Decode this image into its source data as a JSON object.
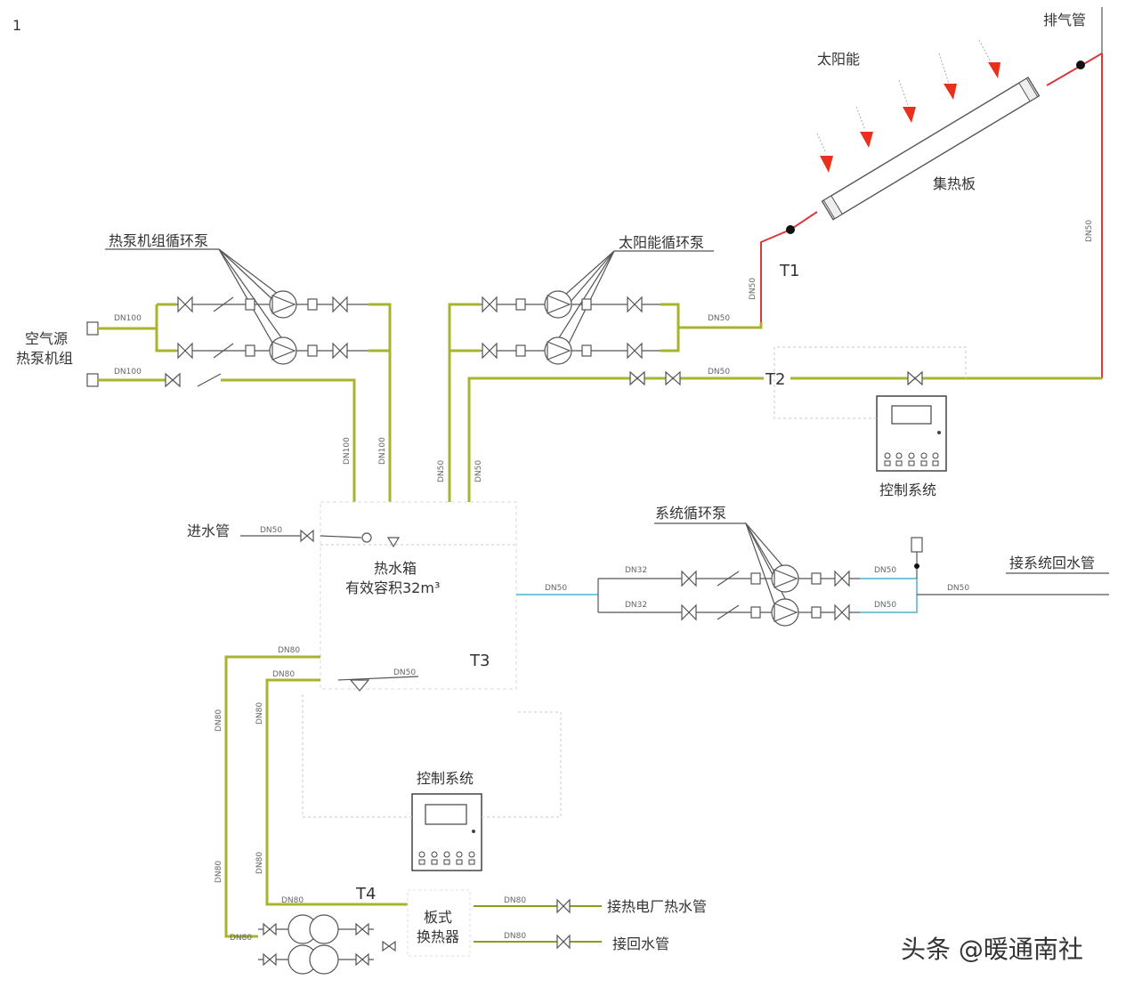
{
  "page_number": "1",
  "labels": {
    "exhaust_pipe": "排气管",
    "solar": "太阳能",
    "collector": "集热板",
    "heat_pump_circ_pump": "热泵机组循环泵",
    "solar_circ_pump": "太阳能循环泵",
    "air_source_heat_pump": [
      "空气源",
      "热泵机组"
    ],
    "control_system_1": "控制系统",
    "inlet_pipe": "进水管",
    "hot_water_tank": "热水箱",
    "tank_volume": "有效容积32m³",
    "system_circ_pump": "系统循环泵",
    "heating_return_pipe": "接系统回水管",
    "control_system_2": "控制系统",
    "plate_hx": [
      "板式",
      "换热器"
    ],
    "plant_hot_water": "接热电厂热水管",
    "return_pipe": "接回水管"
  },
  "sensors": {
    "t1": "T1",
    "t2": "T2",
    "t3": "T3",
    "t4": "T4"
  },
  "pipe_sizes": {
    "dn100": "DN100",
    "dn50": "DN50",
    "dn80": "DN80",
    "dn32": "DN32"
  },
  "watermark": "头条 @暖通南社",
  "colors": {
    "green_pipe": "#a8b42c",
    "red_pipe": "#d83a3a",
    "blue_pipe": "#7cc4d8",
    "sun_arrow": "#e8301c"
  }
}
